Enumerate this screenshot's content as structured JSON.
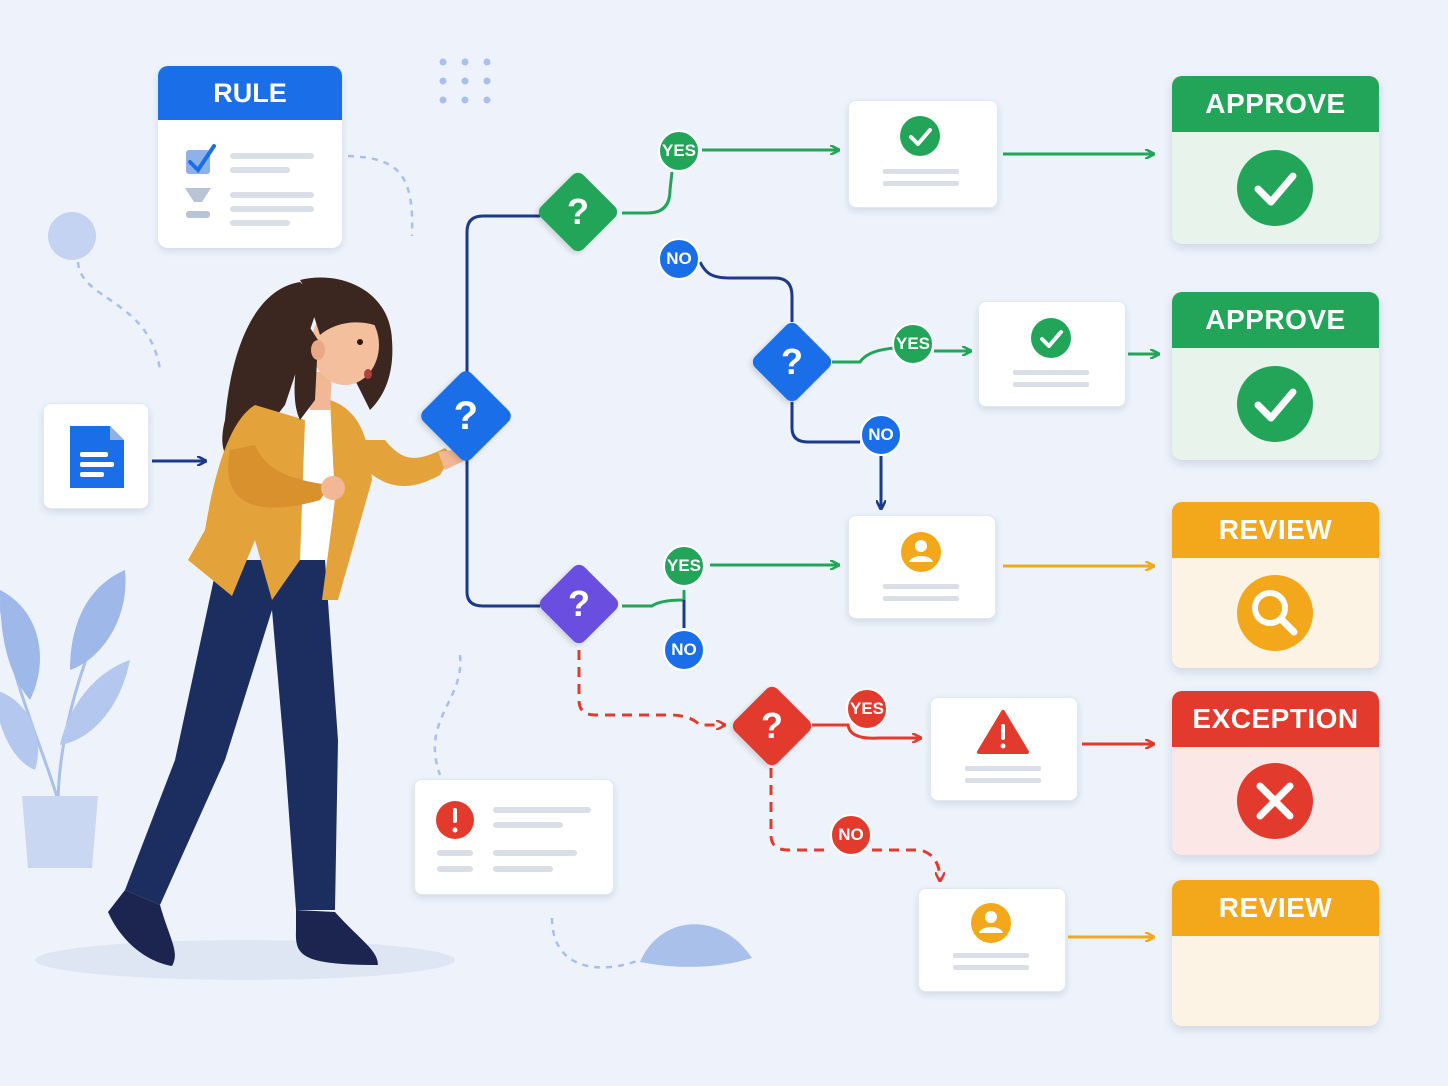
{
  "rule_card": {
    "title": "RULE"
  },
  "decisions": [
    {
      "id": "d1",
      "symbol": "?",
      "color": "#1a6fe8"
    },
    {
      "id": "d2",
      "symbol": "?",
      "color": "#22a559"
    },
    {
      "id": "d3",
      "symbol": "?",
      "color": "#1a6fe8"
    },
    {
      "id": "d4",
      "symbol": "?",
      "color": "#6a4ee0"
    },
    {
      "id": "d5",
      "symbol": "?",
      "color": "#e23b2e"
    }
  ],
  "branches": {
    "d2_yes": "YES",
    "d2_no": "NO",
    "d3_yes": "YES",
    "d3_no": "NO",
    "d4_yes": "YES",
    "d4_no": "NO",
    "d5_yes": "YES",
    "d5_no": "NO"
  },
  "outcomes": [
    {
      "label": "APPROVE",
      "color": "#22a559",
      "tint": "#e8f3ec",
      "icon": "check-icon"
    },
    {
      "label": "APPROVE",
      "color": "#22a559",
      "tint": "#e8f3ec",
      "icon": "check-icon"
    },
    {
      "label": "REVIEW",
      "color": "#f3a81b",
      "tint": "#fdf3e4",
      "icon": "magnifier-icon"
    },
    {
      "label": "EXCEPTION",
      "color": "#e23b2e",
      "tint": "#fbe7e6",
      "icon": "cross-icon"
    },
    {
      "label": "REVIEW",
      "color": "#f3a81b",
      "tint": "#fdf3e4",
      "icon": ""
    }
  ],
  "colors": {
    "blue": "#1a6fe8",
    "green": "#22a559",
    "orange": "#f3a81b",
    "red": "#e23b2e",
    "purple": "#6a4ee0",
    "navy": "#1b3a8a"
  }
}
